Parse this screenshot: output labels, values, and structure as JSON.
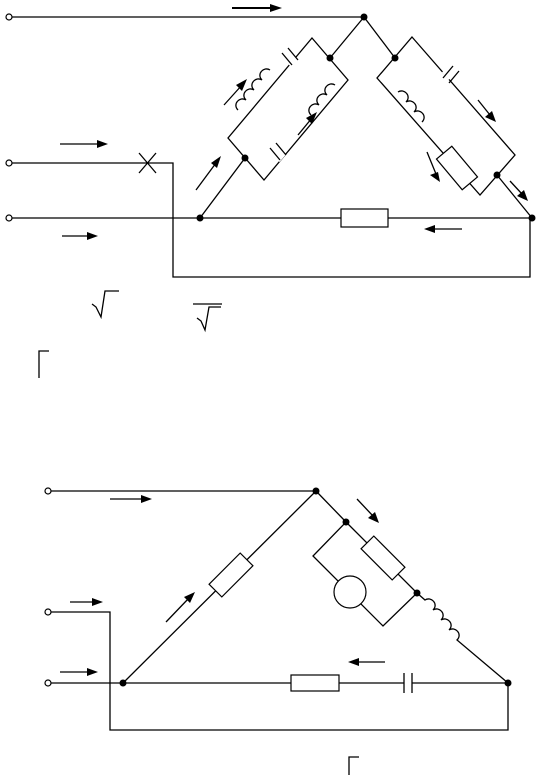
{
  "diagrams": [
    {
      "id": "top-circuit",
      "topology": "delta",
      "elements": [
        "capacitor",
        "inductor",
        "inductor",
        "capacitor",
        "capacitor",
        "inductor",
        "resistor",
        "resistor"
      ],
      "broken_line_marker": "x-mark"
    },
    {
      "id": "bottom-circuit",
      "topology": "delta",
      "elements": [
        "resistor",
        "resistor",
        "ac-source",
        "inductor",
        "resistor",
        "capacitor"
      ]
    }
  ]
}
